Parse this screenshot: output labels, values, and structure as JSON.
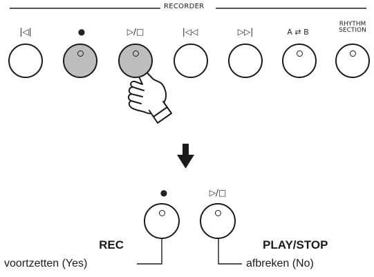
{
  "recorder": {
    "title": "RECORDER",
    "buttons": [
      {
        "symbol": "|◁|",
        "pressed": false
      },
      {
        "symbol": "●",
        "pressed": true
      },
      {
        "symbol": "▷/□",
        "pressed": true
      },
      {
        "symbol": "|◁◁",
        "pressed": false
      },
      {
        "symbol": "▷▷|",
        "pressed": false
      },
      {
        "symbol": "A ⇄ B",
        "pressed": false
      },
      {
        "symbol": "RHYTHM SECTION",
        "pressed": false
      }
    ]
  },
  "result": {
    "rec": {
      "symbol": "●",
      "label": "REC",
      "caption": "voortzetten (Yes)"
    },
    "play_stop": {
      "symbol": "▷/□",
      "label": "PLAY/STOP",
      "caption": "afbreken (No)"
    }
  },
  "colors": {
    "pressed_fill": "#bdbdbd",
    "outline": "#1a1a1a"
  }
}
